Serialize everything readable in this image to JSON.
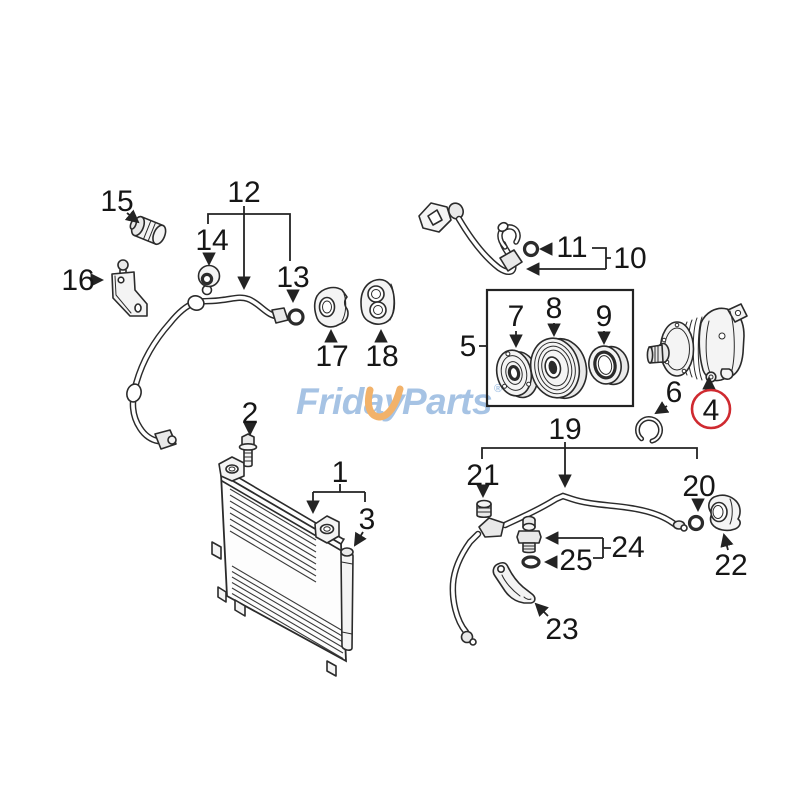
{
  "brand": {
    "name_left": "Friday",
    "name_right": "Parts",
    "registered_mark": "®",
    "blue": "#a6c3e4",
    "orange": "#f2b26a"
  },
  "diagram": {
    "line_color": "#262626",
    "highlight_color": "#cf2a30",
    "highlighted_callout": "4",
    "callouts": {
      "n1": "1",
      "n2": "2",
      "n3": "3",
      "n4": "4",
      "n5": "5",
      "n6": "6",
      "n7": "7",
      "n8": "8",
      "n9": "9",
      "n10": "10",
      "n11": "11",
      "n12": "12",
      "n13": "13",
      "n14": "14",
      "n15": "15",
      "n16": "16",
      "n17": "17",
      "n18": "18",
      "n19": "19",
      "n20": "20",
      "n21": "21",
      "n22": "22",
      "n23": "23",
      "n24": "24",
      "n25": "25"
    }
  }
}
